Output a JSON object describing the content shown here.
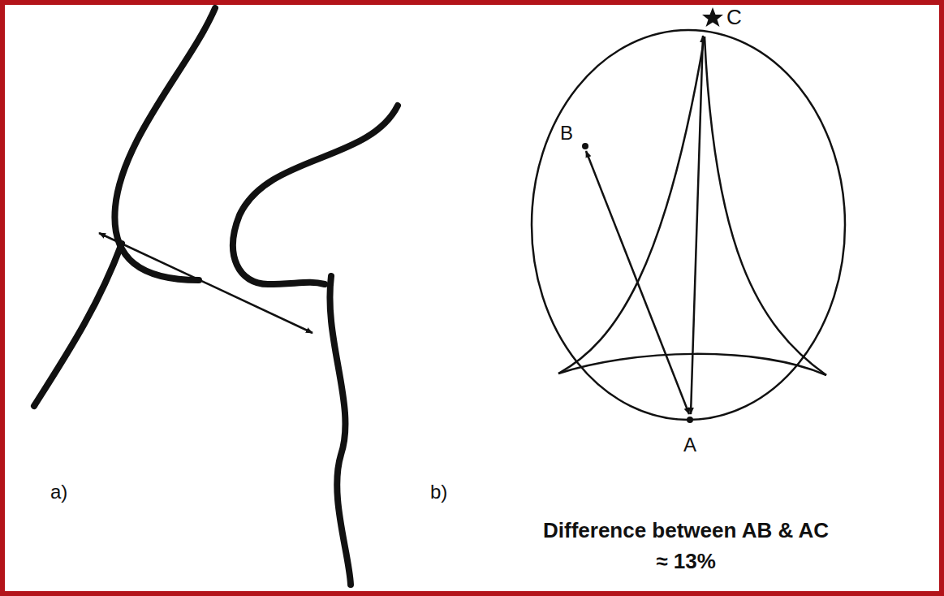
{
  "diagram": {
    "caption": "Difference between AB & AC ≈ 13%",
    "labels": [
      "a)",
      "b)",
      "B",
      "C",
      "A"
    ]
  }
}
